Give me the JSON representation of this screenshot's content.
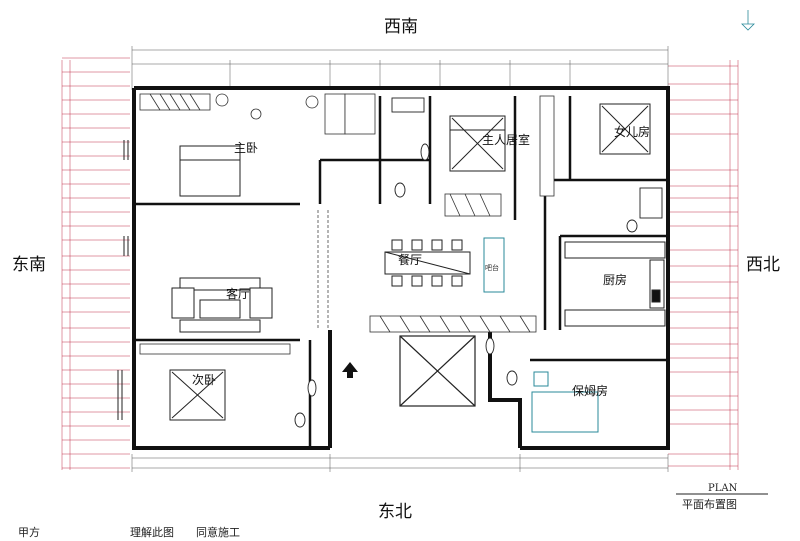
{
  "compass": {
    "top": "西南",
    "bottom": "东北",
    "left": "东南",
    "right": "西北"
  },
  "rooms": {
    "master_bedroom": "主卧",
    "master_suite": "主人居室",
    "daughter_room": "女儿房",
    "living_room": "客厅",
    "dining_room": "餐厅",
    "kitchen": "厨房",
    "second_bedroom": "次卧",
    "nanny_room": "保姆房",
    "counter": "吧台"
  },
  "title_block": {
    "plan_label": "PLAN",
    "plan_title": "平面布置图"
  },
  "footer": {
    "party_a": "甲方",
    "note1": "理解此图",
    "note2": "同意施工"
  }
}
